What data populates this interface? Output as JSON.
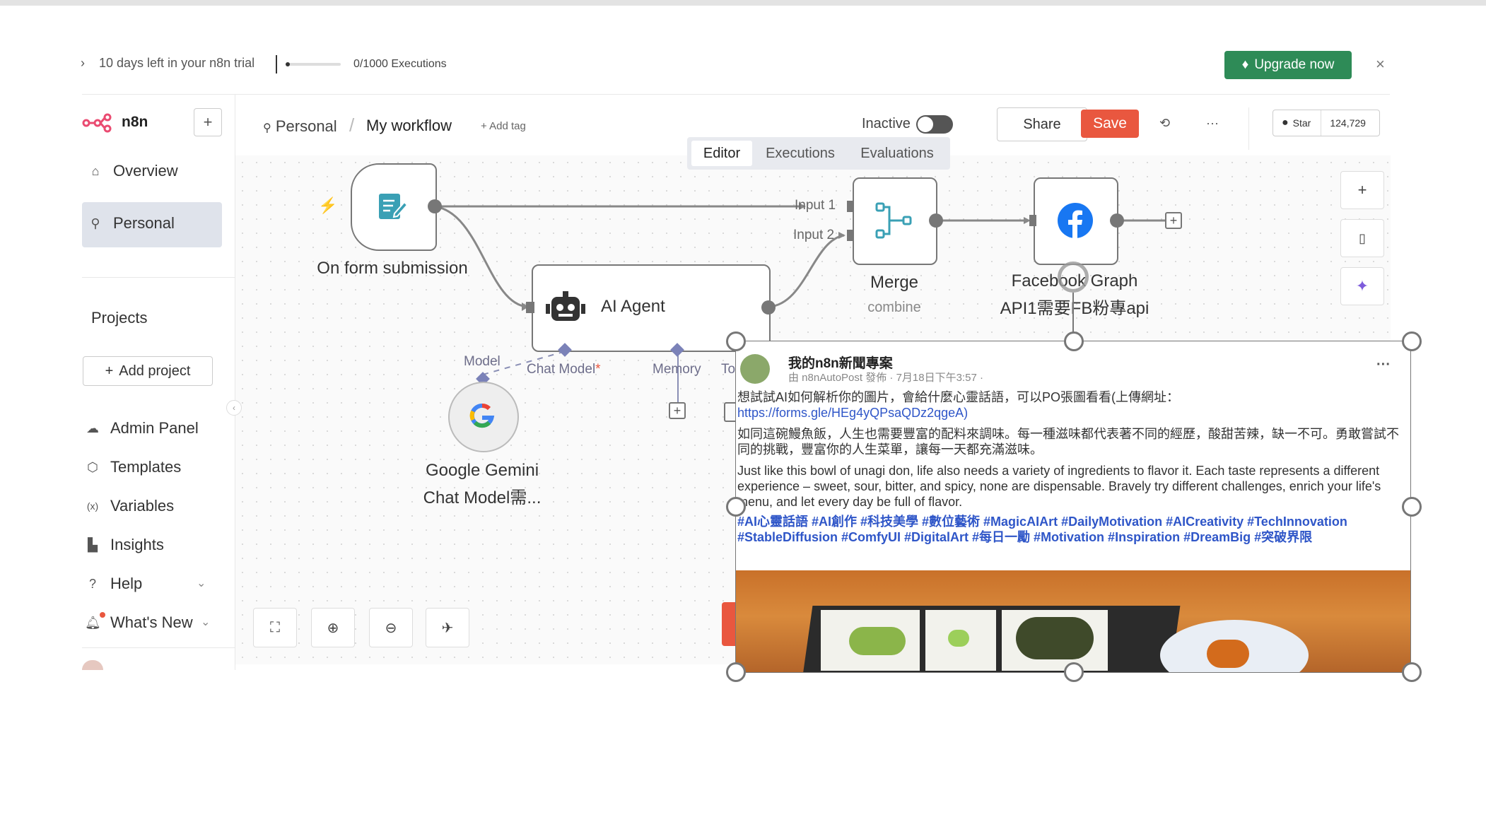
{
  "banner": {
    "trial_text": "10 days left in your n8n trial",
    "executions_text": "0/1000 Executions",
    "executions_progress": 0.0,
    "upgrade_label": "Upgrade now",
    "close_label": "×"
  },
  "app": {
    "name": "n8n"
  },
  "sidebar": {
    "items": [
      {
        "label": "Overview",
        "icon": "home-icon"
      },
      {
        "label": "Personal",
        "icon": "user-icon",
        "active": true
      }
    ],
    "projects_heading": "Projects",
    "add_project_label": "Add project",
    "bottom_items": [
      {
        "label": "Admin Panel",
        "icon": "cloud-icon"
      },
      {
        "label": "Templates",
        "icon": "box-icon"
      },
      {
        "label": "Variables",
        "icon": "variable-icon"
      },
      {
        "label": "Insights",
        "icon": "chart-icon"
      },
      {
        "label": "Help",
        "icon": "help-icon"
      },
      {
        "label": "What's New",
        "icon": "bell-icon"
      }
    ]
  },
  "header": {
    "breadcrumb_project": "Personal",
    "breadcrumb_sep": "/",
    "workflow_name": "My workflow",
    "add_tag_label": "+ Add tag",
    "inactive_label": "Inactive",
    "share_label": "Share",
    "save_label": "Save",
    "more_label": "···",
    "star_label": "Star",
    "star_count": "124,729"
  },
  "tabs": [
    "Editor",
    "Executions",
    "Evaluations"
  ],
  "nodes": {
    "form": {
      "label": "On form submission"
    },
    "agent": {
      "label": "AI Agent",
      "chat_model": "Chat Model",
      "required": "*",
      "memory": "Memory",
      "tool": "To"
    },
    "merge": {
      "label": "Merge",
      "sub": "combine",
      "input1": "Input 1",
      "input2": "Input 2"
    },
    "facebook": {
      "label_line1": "Facebook Graph",
      "label_line2": "API1需要FB粉專api"
    },
    "gemini": {
      "label_line1": "Google Gemini",
      "label_line2": "Chat Model需...",
      "model_label": "Model"
    }
  },
  "post": {
    "page_name": "我的n8n新聞專案",
    "meta": "由 n8nAutoPost 發佈 · 7月18日下午3:57 · ",
    "line1": "想試試AI如何解析你的圖片，會給什麼心靈話語，可以PO張圖看看(上傳網址：",
    "link": "https://forms.gle/HEg4yQPsaQDz2qgeA)",
    "para_zh": "如同這碗鰻魚飯，人生也需要豐富的配料來調味。每一種滋味都代表著不同的經歷，酸甜苦辣，缺一不可。勇敢嘗試不同的挑戰，豐富你的人生菜單，讓每一天都充滿滋味。",
    "para_en": "Just like this bowl of unagi don, life also needs a variety of ingredients to flavor it. Each taste represents a different experience – sweet, sour, bitter, and spicy, none are dispensable. Bravely try different challenges, enrich your life's menu, and let every day be full of flavor.",
    "hashtags": "#AI心靈話語 #AI創作 #科技美學 #數位藝術 #MagicAIArt #DailyMotivation #AICreativity #TechInnovation #StableDiffusion #ComfyUI #DigitalArt #每日一勵 #Motivation #Inspiration #DreamBig #突破界限",
    "more": "···"
  },
  "colors": {
    "upgrade": "#2e8b57",
    "save": "#e9573f",
    "hashtag": "#2f56c8",
    "facebook": "#1877f2",
    "form_icon": "#3aa0b5"
  }
}
